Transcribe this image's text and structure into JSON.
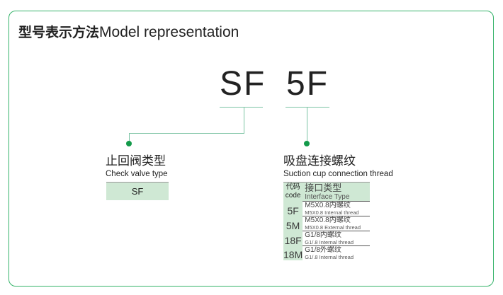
{
  "title": {
    "cn": "型号表示方法",
    "en": "Model representation"
  },
  "model": {
    "part1": "SF",
    "part2": "5F"
  },
  "valve": {
    "title_cn": "止回阀类型",
    "title_en": "Check valve type",
    "value": "SF"
  },
  "thread": {
    "title_cn": "吸盘连接螺纹",
    "title_en": "Suction cup connection thread",
    "header": {
      "code_cn": "代码",
      "code_en": "code",
      "type_cn": "接口类型",
      "type_en": "Interface Type"
    },
    "rows": [
      {
        "code": "5F",
        "cn": "M5X0.8内螺纹",
        "en": "M5X0.8 Internal thread"
      },
      {
        "code": "5M",
        "cn": "M5X0.8内螺纹",
        "en": "M5X0.8 External thread"
      },
      {
        "code": "18F",
        "cn": "G1/8内螺纹",
        "en": "G1/.8 Internal thread"
      },
      {
        "code": "18M",
        "cn": "G1/8外螺纹",
        "en": "G1/.8 Internal thread"
      }
    ]
  },
  "colors": {
    "accent": "#35b36a",
    "dot": "#139a4a",
    "cell": "#cfe8d4"
  }
}
